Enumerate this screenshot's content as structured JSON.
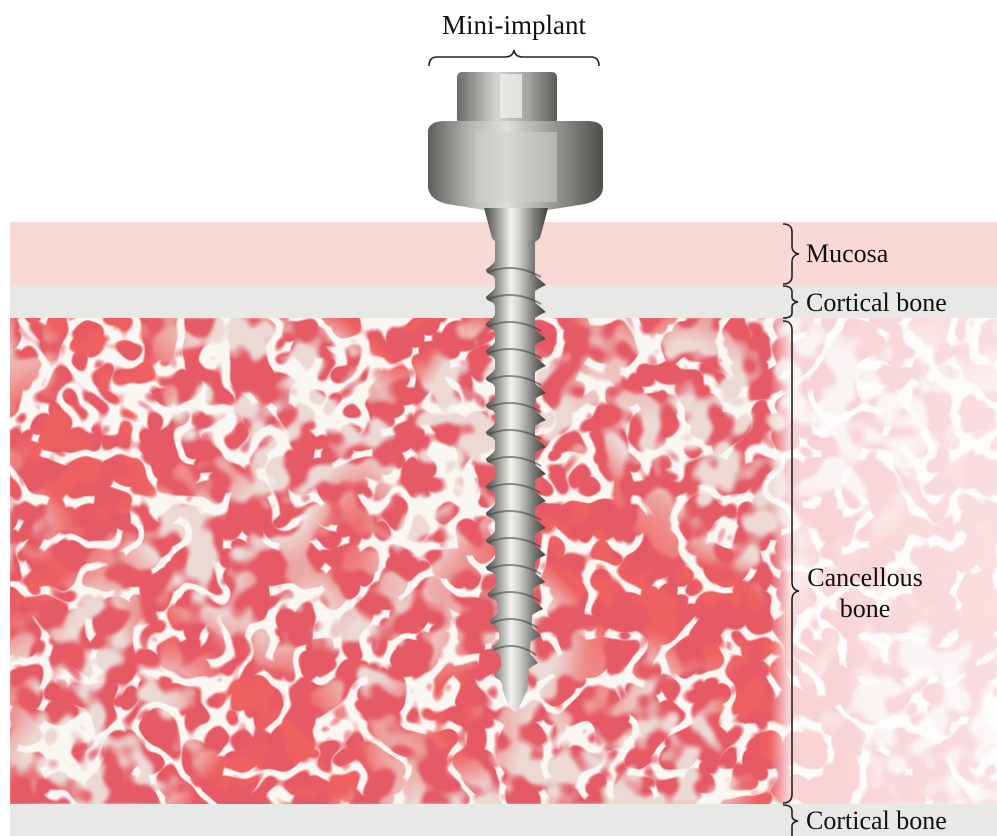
{
  "figure": {
    "labels": {
      "top": "Mini-implant",
      "layers": [
        {
          "key": "mucosa",
          "text": "Mucosa",
          "lines": [
            "Mucosa"
          ]
        },
        {
          "key": "cortical_top",
          "text": "Cortical bone",
          "lines": [
            "Cortical bone"
          ]
        },
        {
          "key": "cancellous",
          "text": "Cancellous bone",
          "lines": [
            "Cancellous",
            "bone"
          ]
        },
        {
          "key": "cortical_bottom",
          "text": "Cortical bone",
          "lines": [
            "Cortical bone"
          ]
        }
      ]
    },
    "colors": {
      "mucosa": "#f9d9d5",
      "cortical": "#e8e9e6",
      "cancellous_bg": "#c8202a",
      "trabecula": "#f3efe8",
      "implant_light": "#e4e4e2",
      "implant_mid": "#9a9a96",
      "implant_dark": "#4b4b49",
      "bracket": "#222222"
    },
    "icons": [
      "mini-implant-screw",
      "trabecular-bone-texture"
    ]
  }
}
